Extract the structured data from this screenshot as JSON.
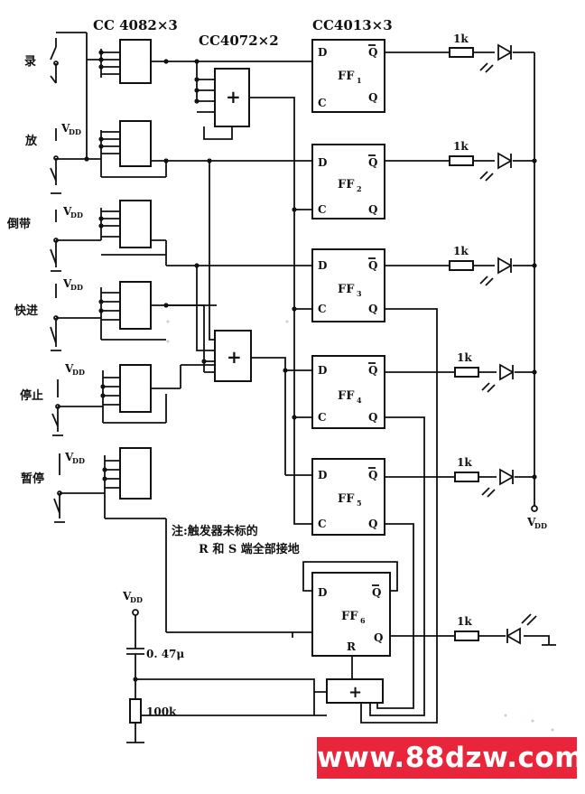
{
  "chips": {
    "and_gate": "CC 4082×3",
    "or_gate": "CC4072×2",
    "flipflop": "CC4013×3"
  },
  "buttons": [
    "录",
    "放",
    "倒带",
    "快进",
    "停止",
    "暂停"
  ],
  "supply": {
    "vdd": "V",
    "vdd_sub": "DD"
  },
  "flipflops": [
    {
      "name": "FF",
      "sub": "1"
    },
    {
      "name": "FF",
      "sub": "2"
    },
    {
      "name": "FF",
      "sub": "3"
    },
    {
      "name": "FF",
      "sub": "4"
    },
    {
      "name": "FF",
      "sub": "5"
    },
    {
      "name": "FF",
      "sub": "6"
    }
  ],
  "pins": {
    "d": "D",
    "c": "C",
    "q": "Q",
    "qbar": "Q",
    "r": "R"
  },
  "resistor_1k": "1k",
  "resistor_100k": "100k",
  "capacitor": "0. 47μ",
  "gate_symbol": "+",
  "note_line1": "注:触发器未标的",
  "note_line2": "R 和 S 端全部接地",
  "watermark": "www.88dzw.com"
}
